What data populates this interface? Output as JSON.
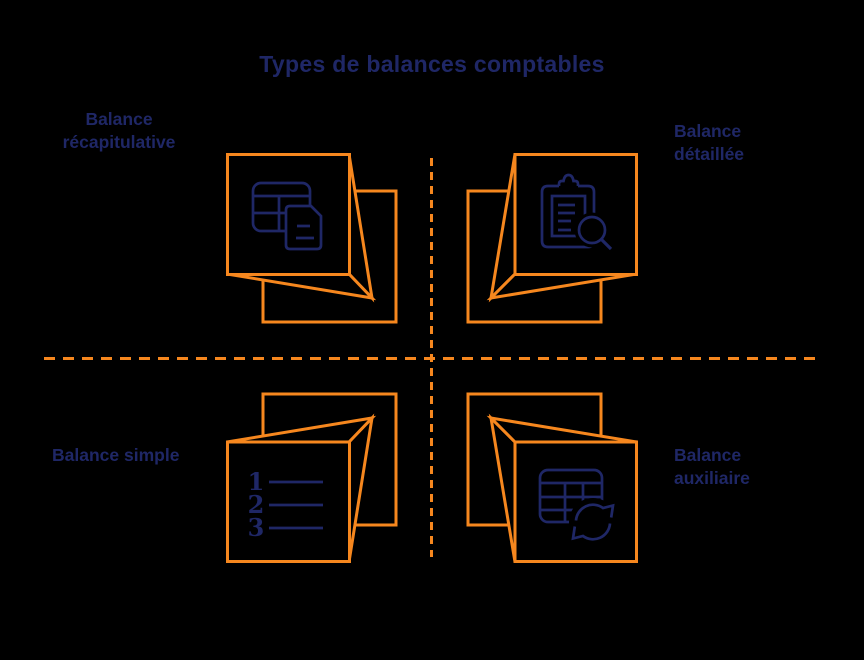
{
  "title": "Types de balances comptables",
  "colors": {
    "background": "#000000",
    "accent_orange": "#F6871E",
    "navy": "#1F2766"
  },
  "quadrants": {
    "top_left": {
      "label": "Balance récapitulative",
      "icon": "table-document-icon"
    },
    "top_right": {
      "label": "Balance détaillée",
      "icon": "clipboard-search-icon"
    },
    "bottom_left": {
      "label": "Balance simple",
      "icon": "numbered-list-icon",
      "list_items": [
        "1",
        "2",
        "3"
      ]
    },
    "bottom_right": {
      "label": "Balance auxiliaire",
      "icon": "table-sync-icon"
    }
  }
}
